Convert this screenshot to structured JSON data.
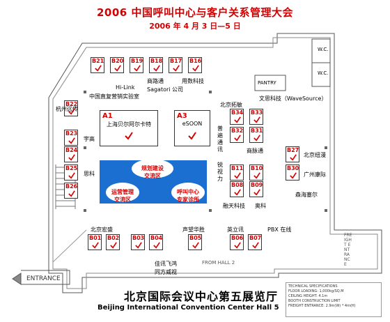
{
  "header": {
    "title": "2006 中国呼叫中心与客户关系管理大会",
    "date": "2006 年 4 月 3 日—5 日"
  },
  "venue": {
    "name_cn": "北京国际会议中心第五展览厅",
    "name_en": "Beijing International Convention Center Hall 5",
    "entrance_label": "ENTRANCE",
    "from_hall_label": "FROM HALL 2",
    "freight_label": "FREIGHT ENTRANCE",
    "pantry_label": "PANTRY",
    "wc_label": "W.C."
  },
  "specs": {
    "title": "TECHNICAL SPECIFICATIONS",
    "floor_loading": "FLOOR LOADING: 1,000kg/SQ.M",
    "ceiling_height": "CEILING HEIGHT: 4.1m",
    "booth_info": "BOOTH CONSTRUCTION LIMIT",
    "freight": "FREIGHT ENTRANCE: 2.9m(W) * 4m(H)"
  },
  "booths": [
    {
      "code": "B21"
    },
    {
      "code": "B20"
    },
    {
      "code": "B19"
    },
    {
      "code": "B18"
    },
    {
      "code": "B17"
    },
    {
      "code": "B16"
    },
    {
      "code": "B22"
    },
    {
      "code": "B23"
    },
    {
      "code": "B24"
    },
    {
      "code": "B25"
    },
    {
      "code": "B26"
    },
    {
      "code": "B34"
    },
    {
      "code": "B33"
    },
    {
      "code": "B32"
    },
    {
      "code": "B31"
    },
    {
      "code": "B11"
    },
    {
      "code": "B10"
    },
    {
      "code": "B08"
    },
    {
      "code": "B09"
    },
    {
      "code": "B27"
    },
    {
      "code": "B30"
    },
    {
      "code": "B01"
    },
    {
      "code": "B02"
    },
    {
      "code": "B03"
    },
    {
      "code": "B04"
    },
    {
      "code": "B05"
    },
    {
      "code": "B06"
    },
    {
      "code": "B07"
    }
  ],
  "big_booths": [
    {
      "code": "A1",
      "name": "上海贝尔阿尔卡特"
    },
    {
      "code": "A3",
      "name": "eSOON"
    }
  ],
  "zones": {
    "planning": "规划建设\n交流区",
    "operations": "运营管理\n交流区",
    "callcenter": "呼叫中心\n专家诊所"
  },
  "exhibitors": {
    "hi_link": "Hi-Link",
    "shanglutong": "商路通",
    "sagatori": "Sagatori 公司",
    "yongshu": "用数科技",
    "zhongguo_zhifu": "中国直复营销实验室",
    "hangzhou_yuanchuan": "杭州远传",
    "yugao": "宇高",
    "sike": "思科",
    "beijing_tuomin": "北京拓敏",
    "wensi": "文思科技（WaveSource）",
    "zhonglian": "普遍通讯",
    "shangmaitong": "商脉通",
    "ruishi": "锐视力",
    "rongtian": "融天科技",
    "aoke": "奥科",
    "beijing_niuman": "北京纽漫",
    "guangzhou_kangji": "广州康际",
    "senhai": "森海塞尔",
    "beijing_hongsheng": "北京宏盛",
    "shengwang": "声望华胜",
    "yinglixun": "英立讯",
    "pbx": "PBX 在线",
    "jiexun": "佳讯飞鸿",
    "tongfang": "同方威视"
  }
}
